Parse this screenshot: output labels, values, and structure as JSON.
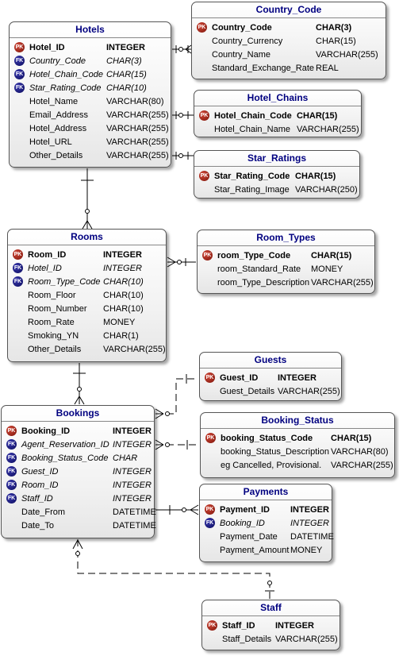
{
  "entities": {
    "hotels": {
      "title": "Hotels",
      "columns": [
        {
          "key": "PK",
          "name": "Hotel_ID",
          "type": "INTEGER"
        },
        {
          "key": "FK",
          "name": "Country_Code",
          "type": "CHAR(3)"
        },
        {
          "key": "FK",
          "name": "Hotel_Chain_Code",
          "type": "CHAR(15)"
        },
        {
          "key": "FK",
          "name": "Star_Rating_Code",
          "type": "CHAR(10)"
        },
        {
          "key": "",
          "name": "Hotel_Name",
          "type": "VARCHAR(80)"
        },
        {
          "key": "",
          "name": "Email_Address",
          "type": "VARCHAR(255)"
        },
        {
          "key": "",
          "name": "Hotel_Address",
          "type": "VARCHAR(255)"
        },
        {
          "key": "",
          "name": "Hotel_URL",
          "type": "VARCHAR(255)"
        },
        {
          "key": "",
          "name": "Other_Details",
          "type": "VARCHAR(255)"
        }
      ]
    },
    "country_code": {
      "title": "Country_Code",
      "columns": [
        {
          "key": "PK",
          "name": "Country_Code",
          "type": "CHAR(3)"
        },
        {
          "key": "",
          "name": "Country_Currency",
          "type": "CHAR(15)"
        },
        {
          "key": "",
          "name": "Country_Name",
          "type": "VARCHAR(255)"
        },
        {
          "key": "",
          "name": "Standard_Exchange_Rate",
          "type": "REAL"
        }
      ]
    },
    "hotel_chains": {
      "title": "Hotel_Chains",
      "columns": [
        {
          "key": "PK",
          "name": "Hotel_Chain_Code",
          "type": "CHAR(15)"
        },
        {
          "key": "",
          "name": "Hotel_Chain_Name",
          "type": "VARCHAR(255)"
        }
      ]
    },
    "star_ratings": {
      "title": "Star_Ratings",
      "columns": [
        {
          "key": "PK",
          "name": "Star_Rating_Code",
          "type": "CHAR(15)"
        },
        {
          "key": "",
          "name": "Star_Rating_Image",
          "type": "VARCHAR(250)"
        }
      ]
    },
    "rooms": {
      "title": "Rooms",
      "columns": [
        {
          "key": "PK",
          "name": "Room_ID",
          "type": "INTEGER"
        },
        {
          "key": "FK",
          "name": "Hotel_ID",
          "type": "INTEGER"
        },
        {
          "key": "FK",
          "name": "Room_Type_Code",
          "type": "CHAR(10)"
        },
        {
          "key": "",
          "name": "Room_Floor",
          "type": "CHAR(10)"
        },
        {
          "key": "",
          "name": "Room_Number",
          "type": "CHAR(10)"
        },
        {
          "key": "",
          "name": "Room_Rate",
          "type": "MONEY"
        },
        {
          "key": "",
          "name": "Smoking_YN",
          "type": "CHAR(1)"
        },
        {
          "key": "",
          "name": "Other_Details",
          "type": "VARCHAR(255)"
        }
      ]
    },
    "room_types": {
      "title": "Room_Types",
      "columns": [
        {
          "key": "PK",
          "name": "room_Type_Code",
          "type": "CHAR(15)"
        },
        {
          "key": "",
          "name": "room_Standard_Rate",
          "type": "MONEY"
        },
        {
          "key": "",
          "name": "room_Type_Description",
          "type": "VARCHAR(255)"
        }
      ]
    },
    "guests": {
      "title": "Guests",
      "columns": [
        {
          "key": "PK",
          "name": "Guest_ID",
          "type": "INTEGER"
        },
        {
          "key": "",
          "name": "Guest_Details",
          "type": "VARCHAR(255)"
        }
      ]
    },
    "bookings": {
      "title": "Bookings",
      "columns": [
        {
          "key": "PK",
          "name": "Booking_ID",
          "type": "INTEGER"
        },
        {
          "key": "FK",
          "name": "Agent_Reservation_ID",
          "type": "INTEGER"
        },
        {
          "key": "FK",
          "name": "Booking_Status_Code",
          "type": "CHAR"
        },
        {
          "key": "FK",
          "name": "Guest_ID",
          "type": "INTEGER"
        },
        {
          "key": "FK",
          "name": "Room_ID",
          "type": "INTEGER"
        },
        {
          "key": "FK",
          "name": "Staff_ID",
          "type": "INTEGER"
        },
        {
          "key": "",
          "name": "Date_From",
          "type": "DATETIME"
        },
        {
          "key": "",
          "name": "Date_To",
          "type": "DATETIME"
        }
      ]
    },
    "booking_status": {
      "title": "Booking_Status",
      "columns": [
        {
          "key": "PK",
          "name": "booking_Status_Code",
          "type": "CHAR(15)"
        },
        {
          "key": "",
          "name": "booking_Status_Description",
          "type": "VARCHAR(80)"
        },
        {
          "key": "",
          "name": "eg Cancelled, Provisional.",
          "type": "VARCHAR(255)"
        }
      ]
    },
    "payments": {
      "title": "Payments",
      "columns": [
        {
          "key": "PK",
          "name": "Payment_ID",
          "type": "INTEGER"
        },
        {
          "key": "FK",
          "name": "Booking_ID",
          "type": "INTEGER"
        },
        {
          "key": "",
          "name": "Payment_Date",
          "type": "DATETIME"
        },
        {
          "key": "",
          "name": "Payment_Amount",
          "type": "MONEY"
        }
      ]
    },
    "staff": {
      "title": "Staff",
      "columns": [
        {
          "key": "PK",
          "name": "Staff_ID",
          "type": "INTEGER"
        },
        {
          "key": "",
          "name": "Staff_Details",
          "type": "VARCHAR(255)"
        }
      ]
    }
  },
  "colors": {
    "title": "#000080",
    "pk": "#8b1a10",
    "fk": "#12127a",
    "border": "#555555"
  }
}
